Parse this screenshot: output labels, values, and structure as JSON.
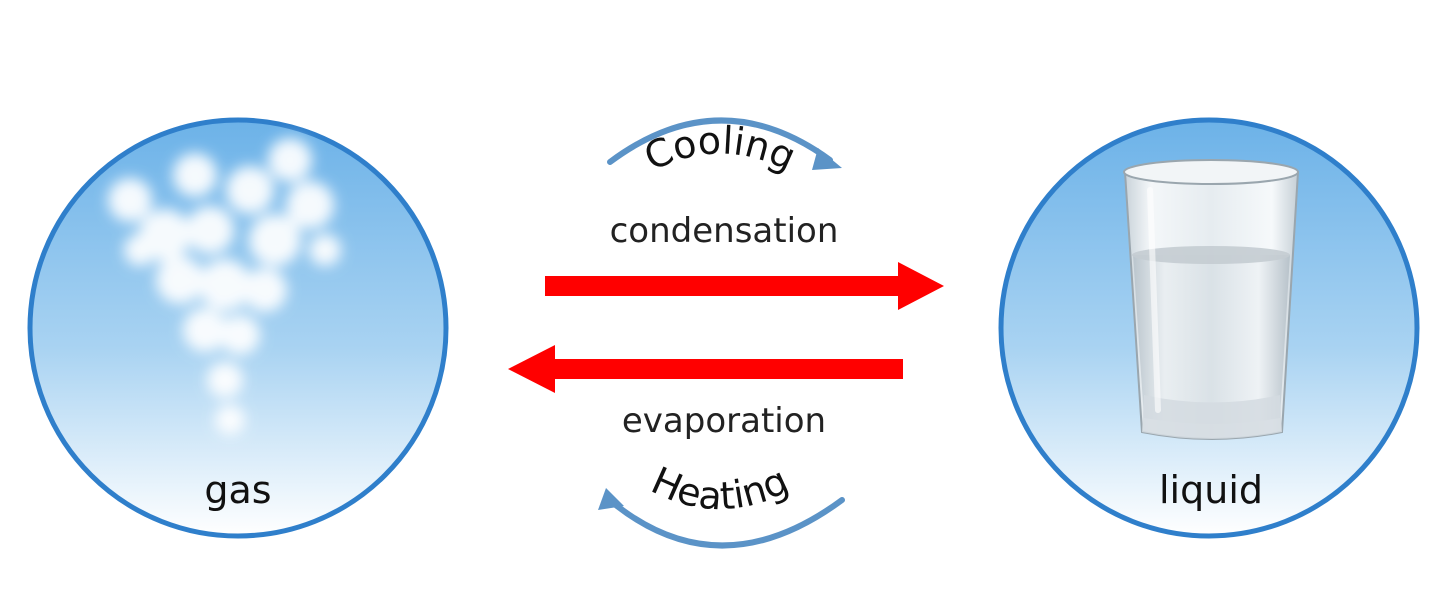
{
  "states": {
    "gas": {
      "label": "gas",
      "icon": "steam-cloud-icon"
    },
    "liquid": {
      "label": "liquid",
      "icon": "water-glass-icon"
    }
  },
  "processes": {
    "cooling": "Cooling",
    "condensation": "condensation",
    "evaporation": "evaporation",
    "heating": "Heating"
  },
  "colors": {
    "arrow": "#ff0000",
    "circle_border": "#2f7fcb",
    "circle_top": "#6cb2e8",
    "circle_bottom": "#ffffff",
    "curved_arrow": "#5b93c7",
    "steam": "#ffffff"
  }
}
